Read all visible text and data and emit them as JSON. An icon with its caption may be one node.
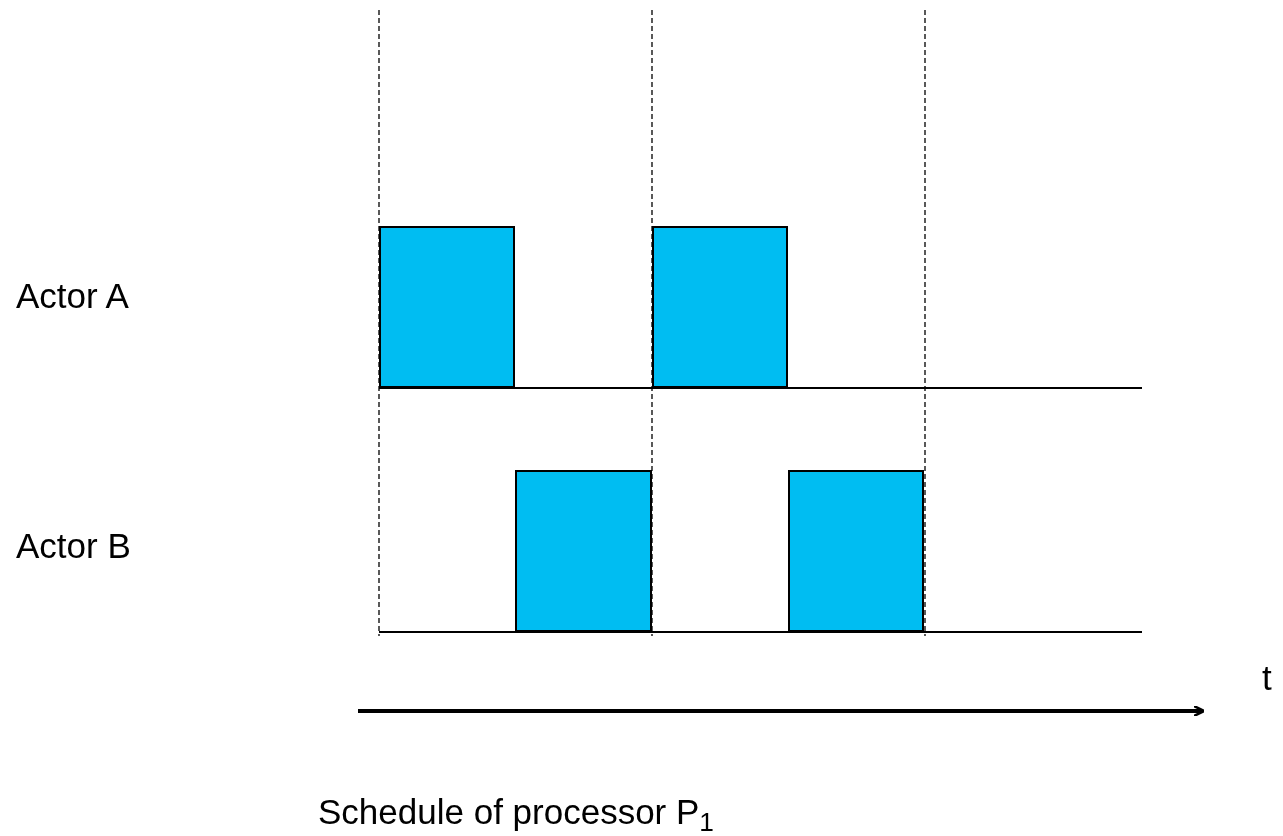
{
  "diagram": {
    "caption": "Schedule of processor P$_{1}$",
    "nodes": [
      {
        "text": [],
        "shape": "box"
      },
      {
        "text": [],
        "shape": "box"
      },
      {
        "text": [],
        "shape": "box"
      },
      {
        "text": [],
        "shape": "box"
      }
    ],
    "labels": [
      "Actor A",
      "Actor B",
      "t"
    ]
  }
}
